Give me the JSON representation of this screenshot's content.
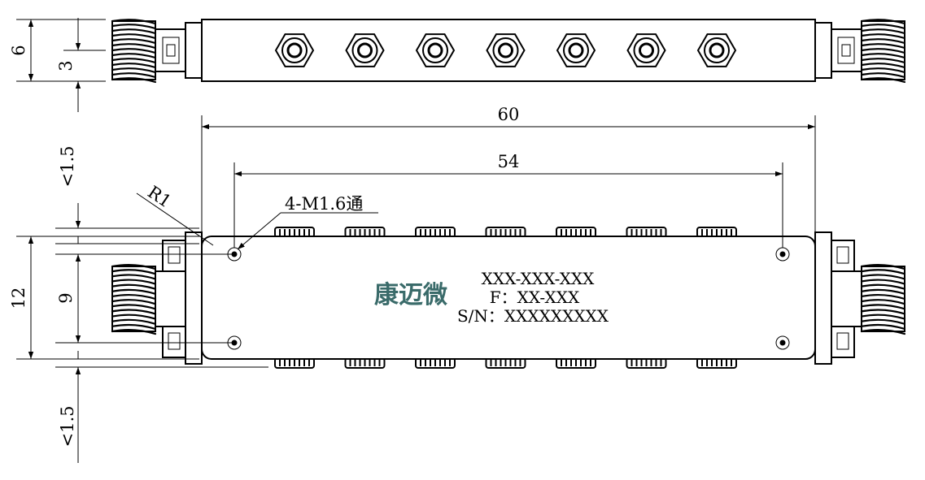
{
  "dimensions": {
    "height_6": "6",
    "height_3": "3",
    "length_60": "60",
    "hole_spacing_54": "54",
    "clearance_top": "<1.5",
    "clearance_bottom": "<1.5",
    "width_12": "12",
    "hole_spacing_9": "9",
    "corner_radius": "R1",
    "hole_note": "4-M1.6通"
  },
  "label": {
    "model": "XXX-XXX-XXX",
    "frequency": "F：XX-XXX",
    "serial": "S/N：XXXXXXXXX"
  },
  "logo": {
    "text": "康迈微",
    "color": "#3a6b6a"
  },
  "tuning_screws": {
    "count": 7
  }
}
